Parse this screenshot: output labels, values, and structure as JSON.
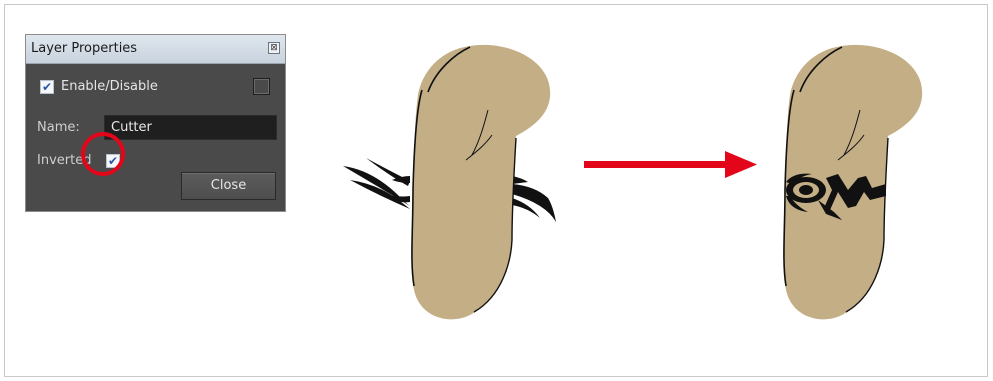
{
  "dialog": {
    "title": "Layer Properties",
    "enable_label": "Enable/Disable",
    "enable_checked": true,
    "name_label": "Name:",
    "name_value": "Cutter",
    "inverted_label": "Inverted",
    "inverted_checked": true,
    "close_label": "Close",
    "close_glyph": "⊠",
    "check_glyph": "✔"
  },
  "annotation": {
    "highlight_color": "#e3061b",
    "arrow_color": "#e3061b"
  },
  "illustration": {
    "before": "arm-with-tattoo-uncut",
    "after": "arm-with-tattoo-cut",
    "skin_color": "#c4ae86",
    "tattoo_color": "#111111"
  }
}
